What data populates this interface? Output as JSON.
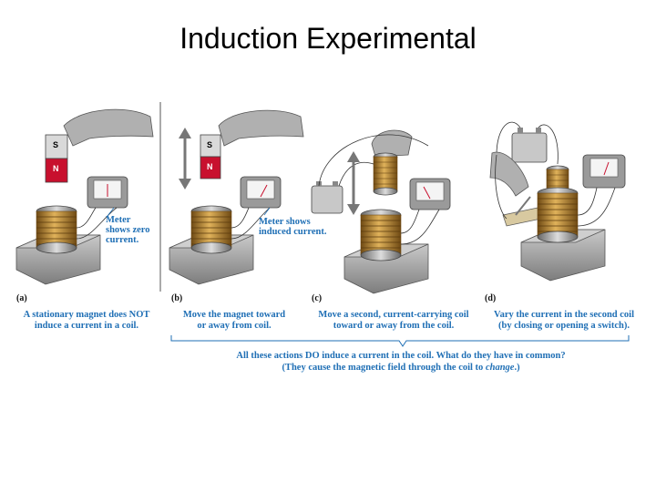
{
  "title": "Induction Experimental",
  "panels": [
    {
      "letter": "(a)",
      "caption_line1": "A stationary magnet does NOT",
      "caption_line2": "induce a current in a coil."
    },
    {
      "letter": "(b)",
      "caption_line1": "Move the magnet toward",
      "caption_line2": "or away from coil."
    },
    {
      "letter": "(c)",
      "caption_line1": "Move a second, current-carrying coil",
      "caption_line2": "toward or away from the coil."
    },
    {
      "letter": "(d)",
      "caption_line1": "Vary the current in the second coil",
      "caption_line2": "(by closing or opening a switch)."
    }
  ],
  "callouts": {
    "a_line1": "Meter",
    "a_line2": "shows zero",
    "a_line3": "current.",
    "b_line1": "Meter shows",
    "b_line2": "induced current."
  },
  "magnet": {
    "south": "S",
    "north": "N"
  },
  "summary": {
    "line1": "All these actions DO induce a current in the coil. What do they have in common?",
    "line2_before": "(They cause the magnetic field through the coil to ",
    "line2_emph": "change",
    "line2_after": ".)"
  },
  "colors": {
    "caption": "#1f6fb5",
    "magnet_south": "#d9d9d9",
    "magnet_north": "#c8102e",
    "coil": "#b5832a",
    "base": "#9a9a9a"
  }
}
